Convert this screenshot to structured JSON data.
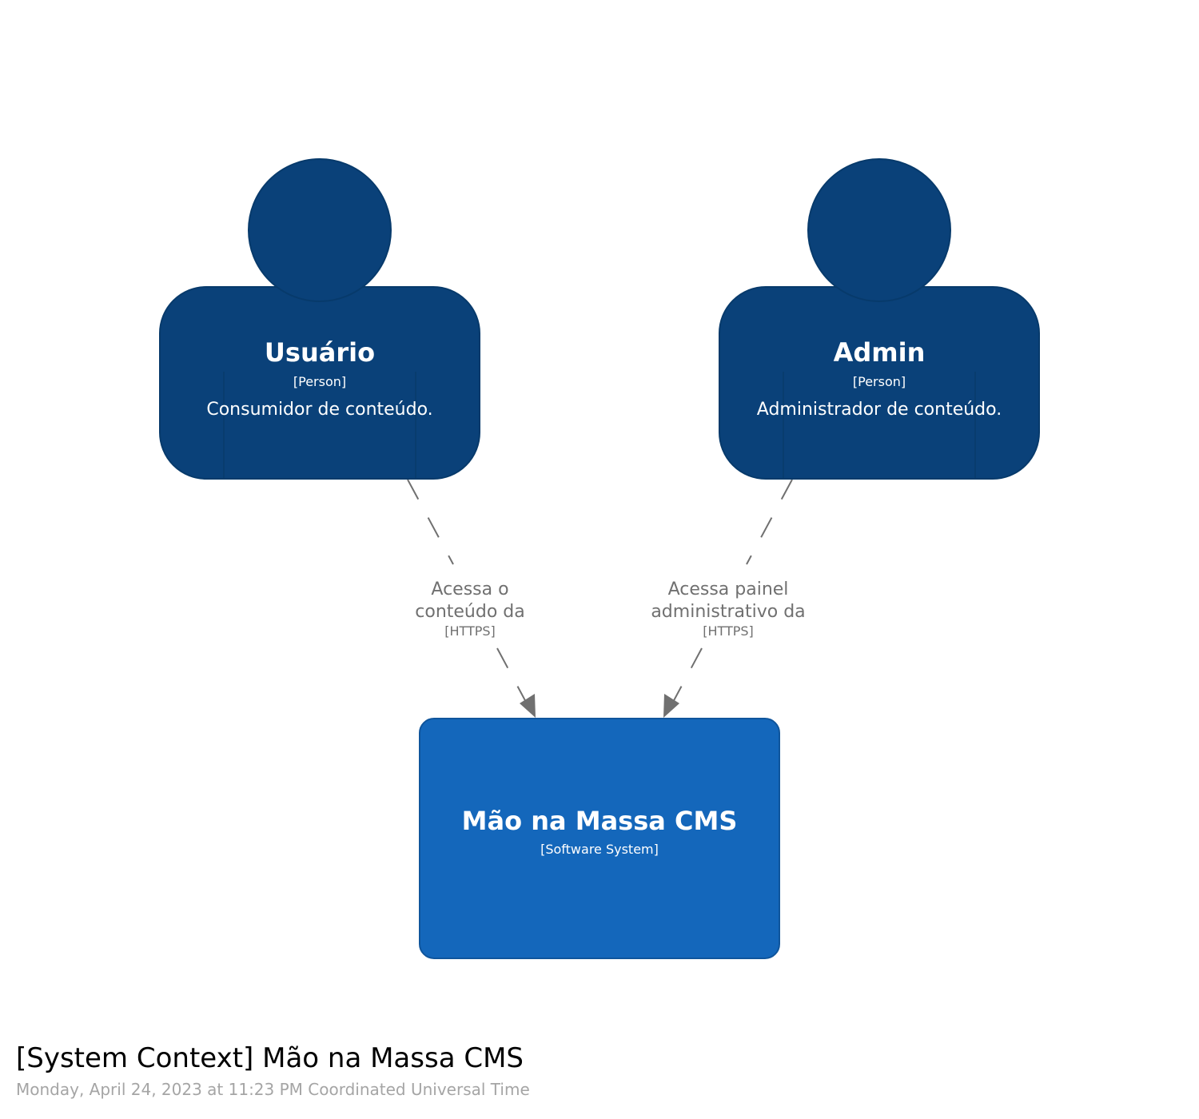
{
  "colors": {
    "person_fill": "#0a4179",
    "person_stroke": "#073a6b",
    "system_fill": "#1467bb",
    "system_stroke": "#0f559c",
    "relationship": "#707070"
  },
  "people": [
    {
      "name": "Usuário",
      "type": "[Person]",
      "description": "Consumidor de conteúdo."
    },
    {
      "name": "Admin",
      "type": "[Person]",
      "description": "Administrador de conteúdo."
    }
  ],
  "system": {
    "name": "Mão na Massa CMS",
    "type": "[Software System]"
  },
  "relationships": [
    {
      "label_lines": [
        "Acessa o",
        "conteúdo da"
      ],
      "technology": "[HTTPS]"
    },
    {
      "label_lines": [
        "Acessa painel",
        "administrativo da"
      ],
      "technology": "[HTTPS]"
    }
  ],
  "footer": {
    "title": "[System Context] Mão na Massa CMS",
    "timestamp": "Monday, April 24, 2023 at 11:23 PM Coordinated Universal Time"
  }
}
